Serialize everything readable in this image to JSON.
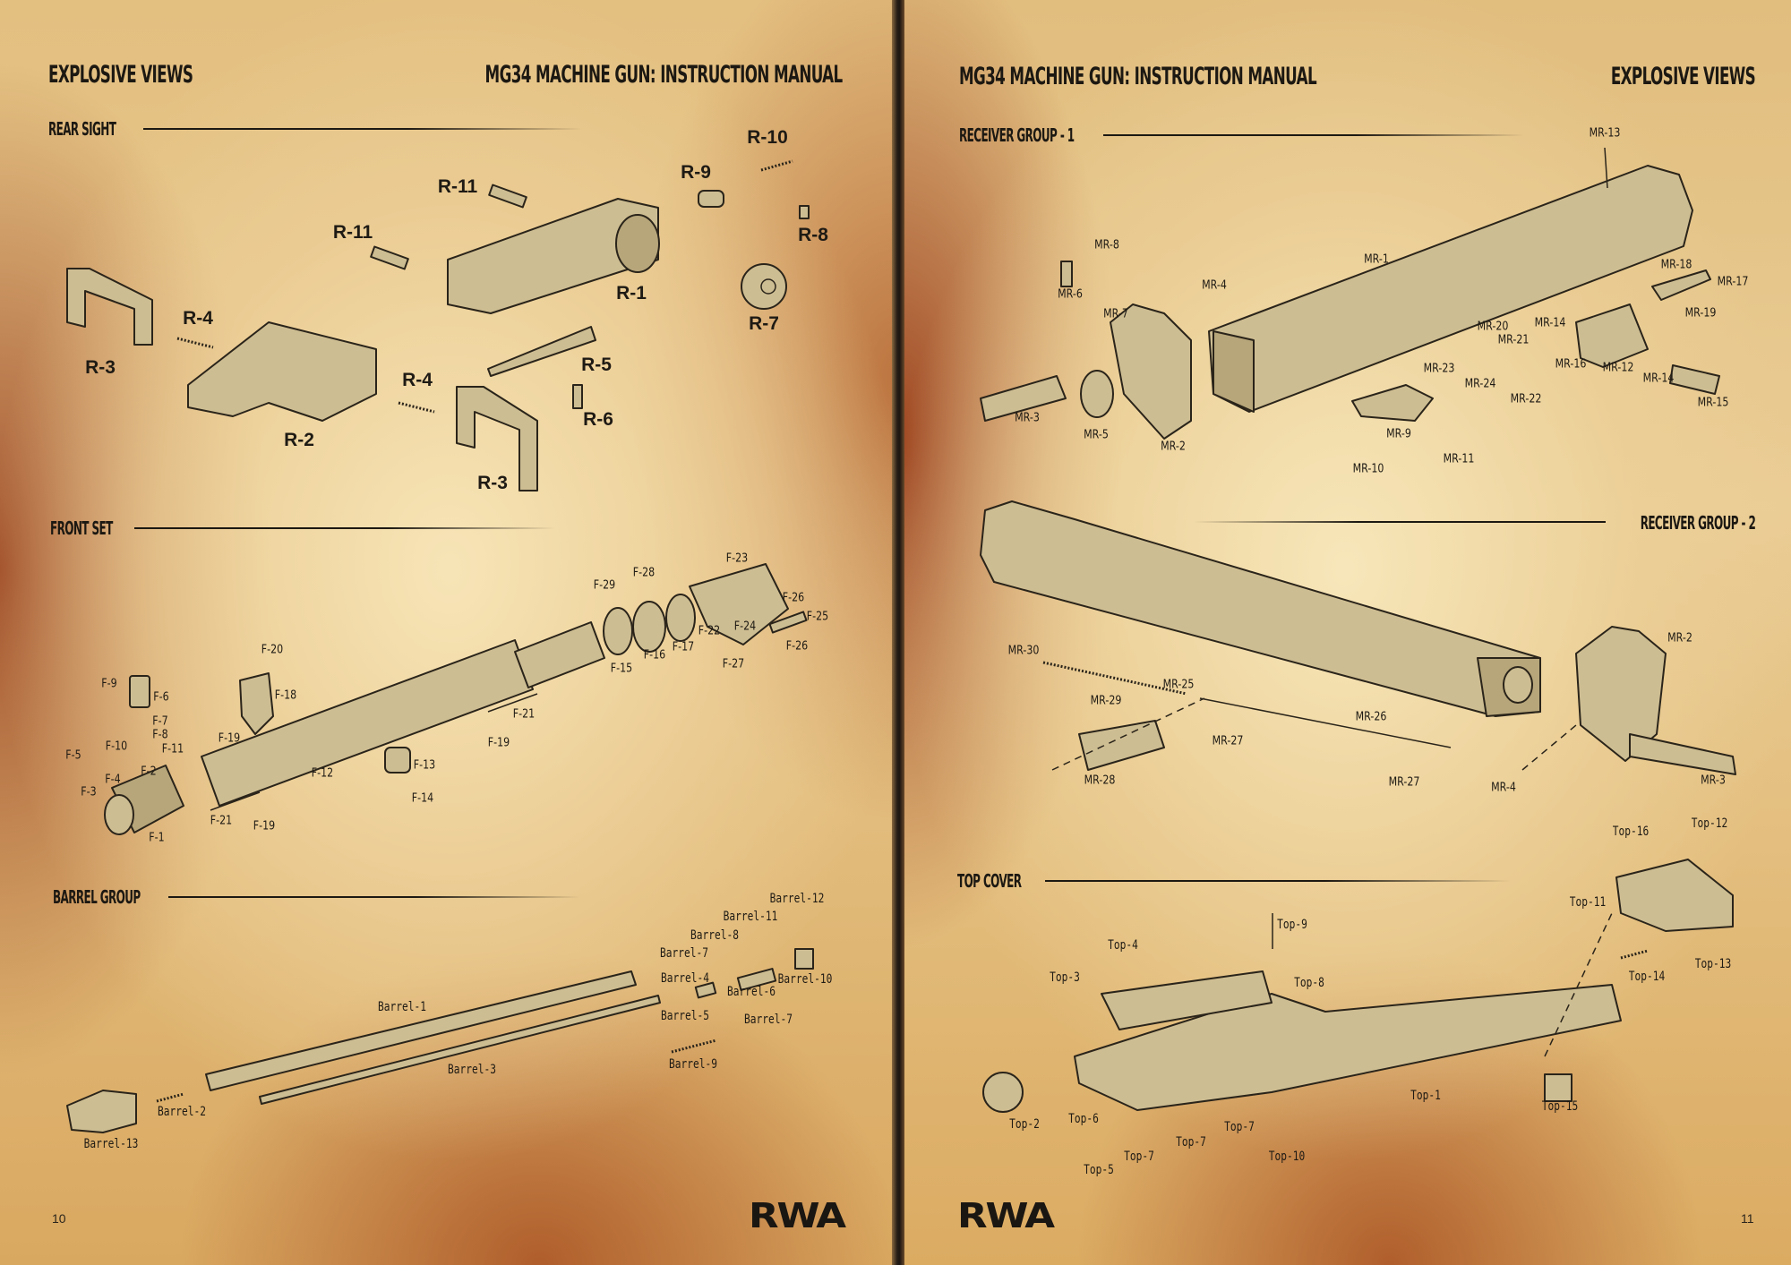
{
  "left_page": {
    "header_left": "EXPLOSIVE VIEWS",
    "header_right": "MG34 MACHINE GUN: INSTRUCTION MANUAL",
    "page_number": "10",
    "logo": "RWA",
    "sections": {
      "rear_sight": {
        "title": "REAR SIGHT",
        "labels": [
          "R-10",
          "R-9",
          "R-11",
          "R-11",
          "R-8",
          "R-1",
          "R-7",
          "R-4",
          "R-3",
          "R-5",
          "R-4",
          "R-6",
          "R-2",
          "R-3"
        ]
      },
      "front_set": {
        "title": "FRONT SET",
        "labels": [
          "F-23",
          "F-28",
          "F-29",
          "F-26",
          "F-25",
          "F-22",
          "F-24",
          "F-17",
          "F-16",
          "F-15",
          "F-27",
          "F-26",
          "F-20",
          "F-9",
          "F-6",
          "F-18",
          "F-7",
          "F-8",
          "F-10",
          "F-11",
          "F-19",
          "F-5",
          "F-4",
          "F-2",
          "F-3",
          "F-21",
          "F-19",
          "F-12",
          "F-13",
          "F-14",
          "F-21",
          "F-19",
          "F-1"
        ]
      },
      "barrel_group": {
        "title": "BARREL GROUP",
        "labels": [
          "Barrel-12",
          "Barrel-11",
          "Barrel-8",
          "Barrel-7",
          "Barrel-4",
          "Barrel-10",
          "Barrel-6",
          "Barrel-1",
          "Barrel-5",
          "Barrel-7",
          "Barrel-3",
          "Barrel-9",
          "Barrel-2",
          "Barrel-13"
        ]
      }
    }
  },
  "right_page": {
    "header_left": "MG34 MACHINE GUN: INSTRUCTION MANUAL",
    "header_right": "EXPLOSIVE VIEWS",
    "page_number": "11",
    "logo": "RWA",
    "sections": {
      "receiver_group_1": {
        "title": "RECEIVER GROUP - 1",
        "labels": [
          "MR-13",
          "MR-8",
          "MR-1",
          "MR-4",
          "MR-6",
          "MR-18",
          "MR-17",
          "MR-7",
          "MR-19",
          "MR-14",
          "MR-20",
          "MR-21",
          "MR-16",
          "MR-12",
          "MR-23",
          "MR-14",
          "MR-24",
          "MR-22",
          "MR-15",
          "MR-3",
          "MR-5",
          "MR-2",
          "MR-9",
          "MR-11",
          "MR-10"
        ]
      },
      "receiver_group_2": {
        "title": "RECEIVER GROUP - 2",
        "labels": [
          "MR-2",
          "MR-30",
          "MR-25",
          "MR-29",
          "MR-26",
          "MR-27",
          "MR-28",
          "MR-27",
          "MR-4",
          "MR-3"
        ]
      },
      "top_cover": {
        "title": "TOP COVER",
        "labels": [
          "Top-16",
          "Top-12",
          "Top-11",
          "Top-9",
          "Top-4",
          "Top-3",
          "Top-8",
          "Top-14",
          "Top-13",
          "Top-1",
          "Top-15",
          "Top-2",
          "Top-6",
          "Top-7",
          "Top-7",
          "Top-7",
          "Top-10",
          "Top-5"
        ]
      }
    }
  }
}
